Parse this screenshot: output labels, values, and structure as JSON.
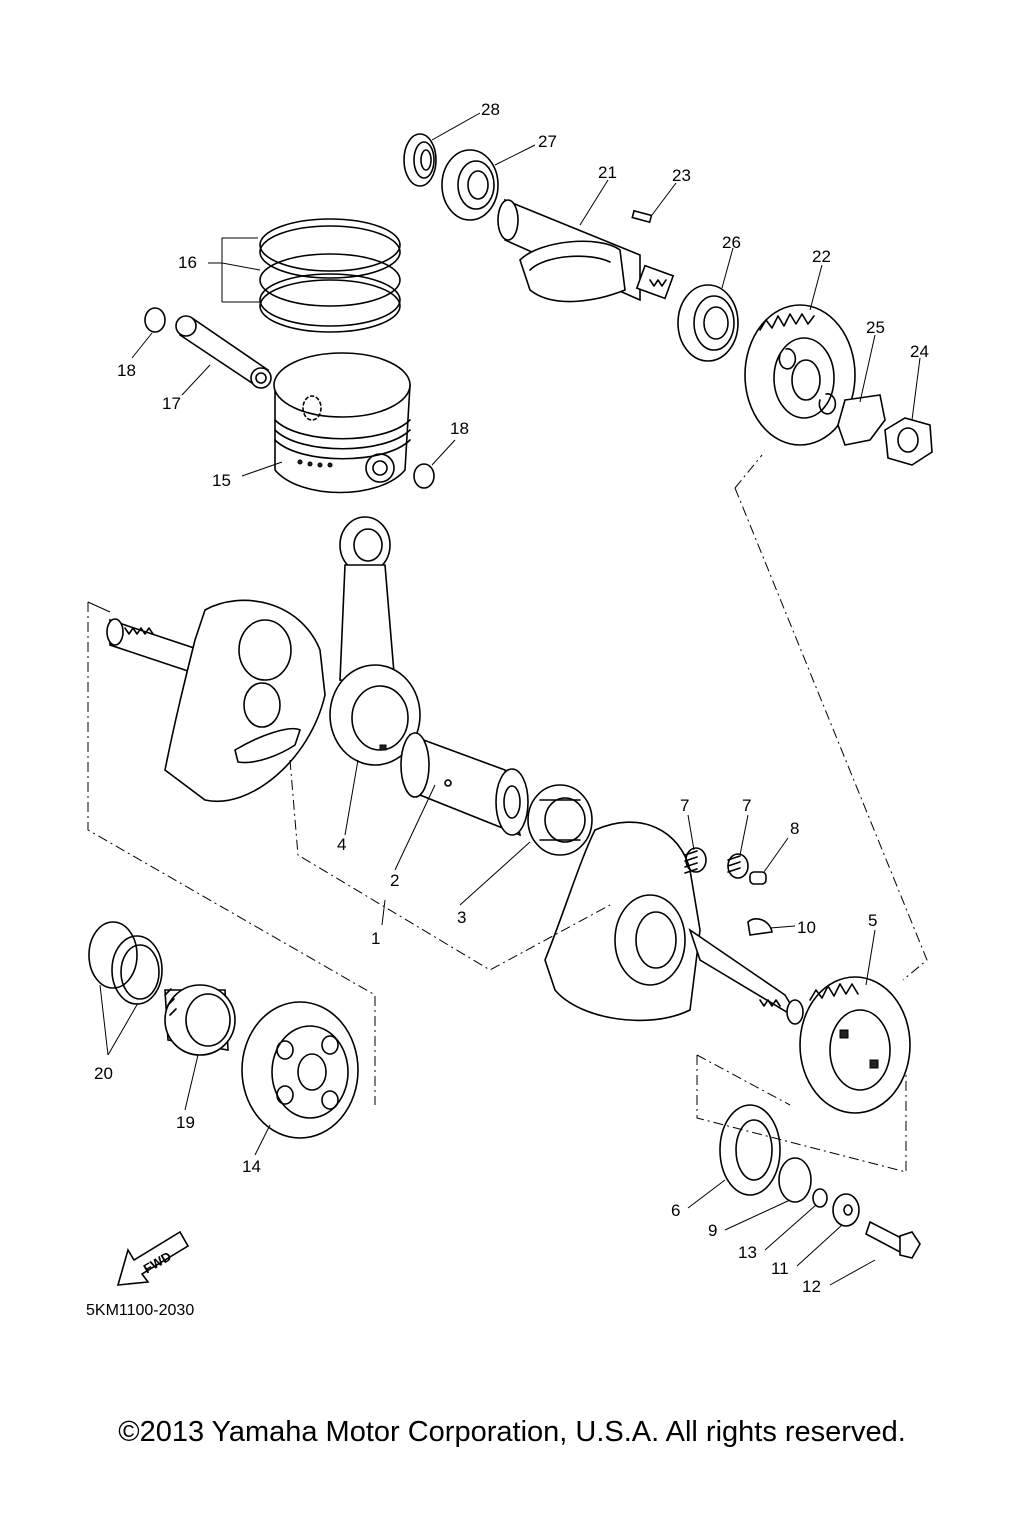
{
  "diagram_code": "5KM1100-2030",
  "copyright": "©2013 Yamaha Motor Corporation, U.S.A. All rights reserved.",
  "fwd_label": "FWD",
  "callouts": {
    "c1": "1",
    "c2": "2",
    "c3": "3",
    "c4": "4",
    "c5": "5",
    "c6": "6",
    "c7a": "7",
    "c7b": "7",
    "c8": "8",
    "c9": "9",
    "c10": "10",
    "c11": "11",
    "c12": "12",
    "c13": "13",
    "c14": "14",
    "c15": "15",
    "c16": "16",
    "c17": "17",
    "c18a": "18",
    "c18b": "18",
    "c19": "19",
    "c20": "20",
    "c21": "21",
    "c22": "22",
    "c23": "23",
    "c24": "24",
    "c25": "25",
    "c26": "26",
    "c27": "27",
    "c28": "28"
  }
}
